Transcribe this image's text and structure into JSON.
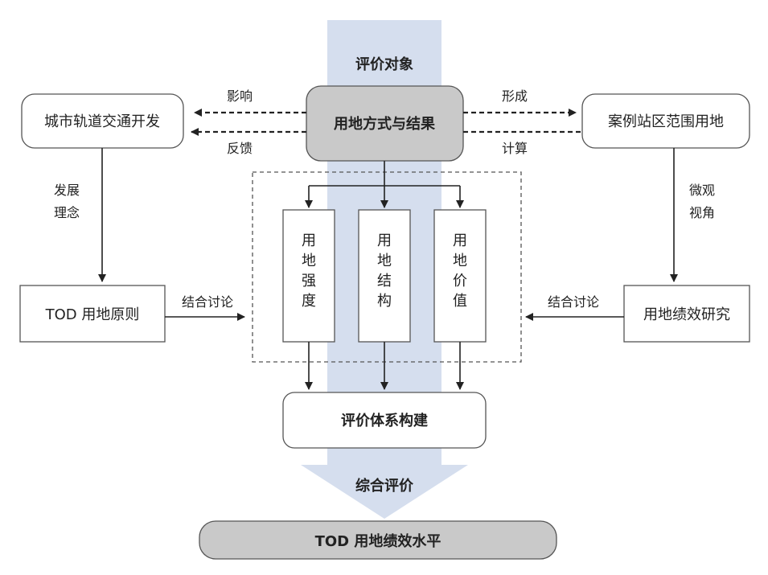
{
  "colors": {
    "band": "#d5deee",
    "grey_box": "#c9c9c9",
    "stroke": "#555555"
  },
  "band": {
    "top_label": "评价对象",
    "bottom_label": "综合评价"
  },
  "center": {
    "main": "用地方式与结果",
    "build": "评价体系构建",
    "result": "TOD 用地绩效水平"
  },
  "left": {
    "top": "城市轨道交通开发",
    "bottom": "TOD 用地原则",
    "vert_label_1": "发展",
    "vert_label_2": "理念",
    "side_label": "结合讨论"
  },
  "right": {
    "top": "案例站区范围用地",
    "bottom": "用地绩效研究",
    "vert_label_1": "微观",
    "vert_label_2": "视角",
    "side_label": "结合讨论"
  },
  "arrows": {
    "upper": "影响",
    "lower": "反馈",
    "upper_right": "形成",
    "lower_right": "计算"
  },
  "columns": [
    {
      "chars": [
        "用",
        "地",
        "强",
        "度"
      ]
    },
    {
      "chars": [
        "用",
        "地",
        "结",
        "构"
      ]
    },
    {
      "chars": [
        "用",
        "地",
        "价",
        "值"
      ]
    }
  ]
}
